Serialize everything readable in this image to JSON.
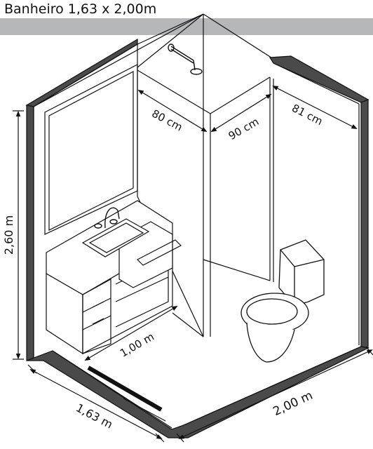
{
  "title": "Banheiro 1,63 x 2,00m",
  "dimensions": {
    "height": "2,60 m",
    "width_front": "1,63 m",
    "length_side": "2,00 m",
    "vanity": "1,00 m",
    "back_left": "80 cm",
    "back_right": "90 cm",
    "right_wall": "81 cm"
  },
  "colors": {
    "wall_dark": "#4a4a4a",
    "band": "#b5b7b8",
    "line": "#111111"
  }
}
